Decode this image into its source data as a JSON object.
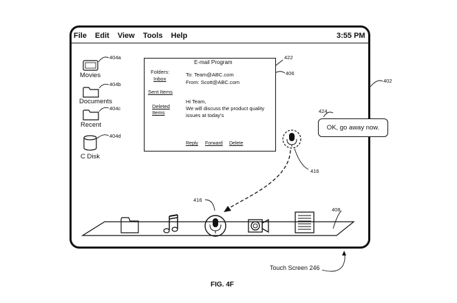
{
  "menu": {
    "items": [
      "File",
      "Edit",
      "View",
      "Tools",
      "Help"
    ],
    "clock": "3:55 PM"
  },
  "desktop_icons": [
    {
      "label": "Movies",
      "ref": "404a"
    },
    {
      "label": "Documents",
      "ref": "404b"
    },
    {
      "label": "Recent",
      "ref": "404c"
    },
    {
      "label": "C Disk",
      "ref": "404d"
    }
  ],
  "email": {
    "title": "E-mail Program",
    "folders_label": "Folders:",
    "folders": [
      "Inbox",
      "Sent Items",
      "Deleted Items"
    ],
    "to": "To: Team@ABC.com",
    "from": "From: Scott@ABC.com",
    "body_greeting": "Hi Team,",
    "body_line1": "We will discuss the product quality",
    "body_line2": "issues at today's",
    "actions": [
      "Reply",
      "Forward",
      "Delete"
    ]
  },
  "speech_bubble": {
    "text": "OK, go away now.",
    "ref": "424"
  },
  "refs": {
    "flag": "422",
    "message": "406",
    "screen": "402",
    "mic_top": "416",
    "mic_dock": "416",
    "dock": "408",
    "touch_screen": "Touch Screen 246"
  },
  "figure_caption": "FIG. 4F"
}
